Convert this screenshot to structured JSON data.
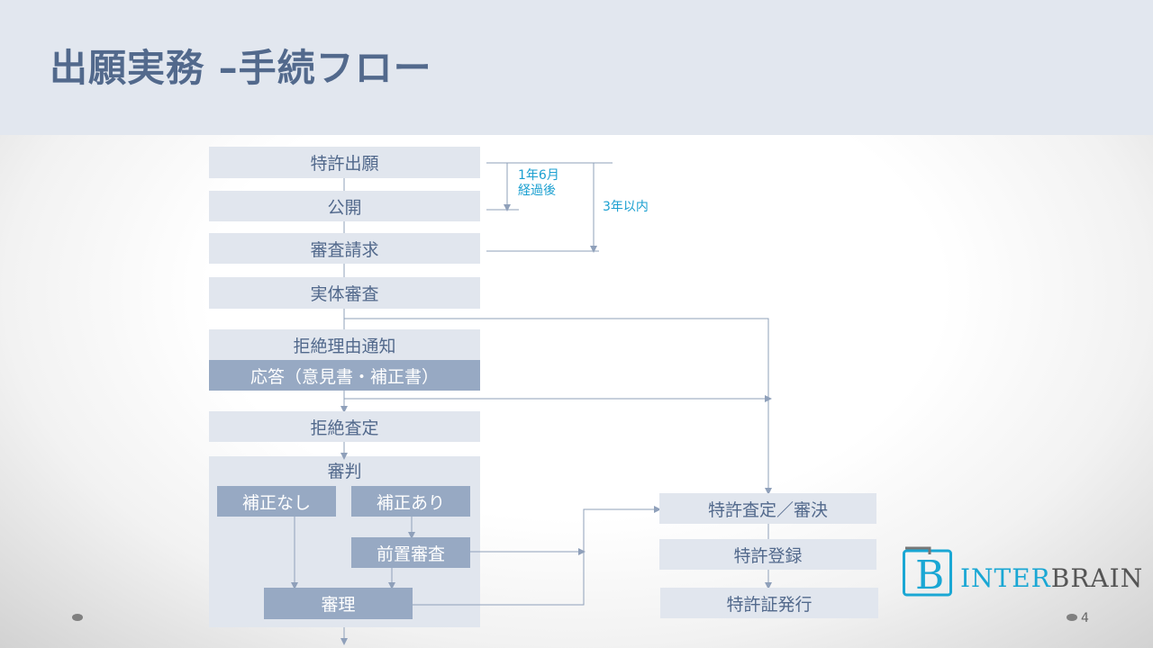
{
  "title": "出願実務 –手続フロー",
  "steps": {
    "filing": "特許出願",
    "publication": "公開",
    "exam_request": "審査請求",
    "substantive_exam": "実体審査",
    "rejection_notice": "拒絶理由通知",
    "response": "応答（意見書・補正書）",
    "final_rejection": "拒絶査定",
    "appeal": "審判",
    "no_amendment": "補正なし",
    "with_amendment": "補正あり",
    "pre_exam": "前置審査",
    "trial": "審理",
    "grant": "特許査定／審決",
    "registration": "特許登録",
    "certificate": "特許証発行"
  },
  "labels": {
    "after_18m": "1年6月",
    "after_18m_2": "経過後",
    "within_3y": "3年以内"
  },
  "logo": {
    "text_inter": "INTER",
    "text_brain": "BRAIN",
    "accent": "#1aa7d4"
  },
  "page_number": "4"
}
